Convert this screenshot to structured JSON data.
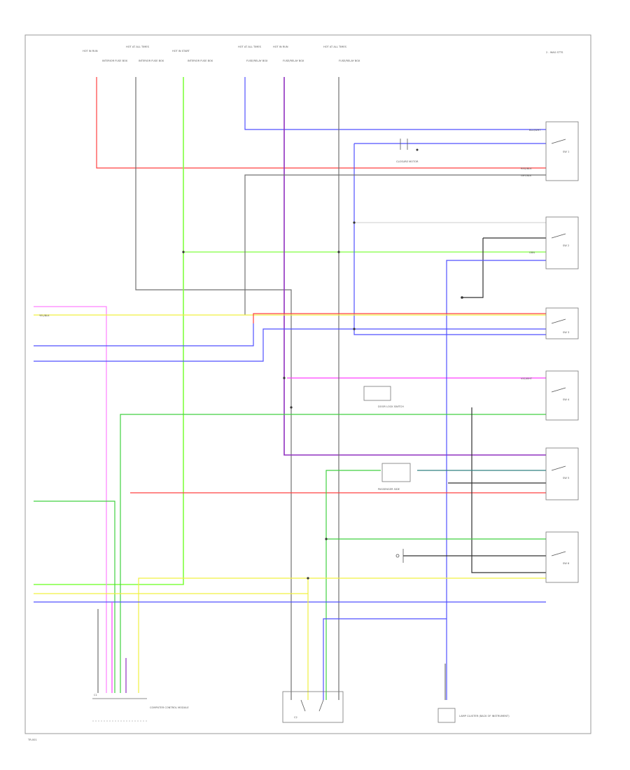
{
  "labels": {
    "top_right": "2 - WAG STTS",
    "footer_code": "TR-001",
    "closure_motor": "CLOSURE MOTOR",
    "door_lock_switch": "DOOR LOCK SWITCH",
    "passenger_switch": "PASSENGER SIDE",
    "comp_unit": "COMPUTER CONTROL MODULE",
    "lamp_cluster": "LAMP CLUSTER (BACK OF INSTRUMENT)",
    "connector_a": "C1",
    "connector_b": "C2",
    "wire_lbl_blu": "BLU/WHT",
    "wire_lbl_grn": "GRN",
    "wire_lbl_red": "RED/BLK",
    "wire_lbl_yel": "YEL/BLK",
    "wire_lbl_vio": "VIO/WHT",
    "wire_lbl_gry": "GRY/BLK",
    "fuse_1": "HOT IN RUN",
    "fuse_2": "HOT AT ALL TIMES",
    "fuse_3": "HOT IN START",
    "fuse_4": "HOT AT ALL TIMES",
    "fuse_5": "HOT IN RUN",
    "fuse_6": "HOT AT ALL TIMES",
    "fuse_sub_1": "INTERIOR FUSE BOX",
    "fuse_sub_2": "INTERIOR FUSE BOX",
    "fuse_sub_3": "INTERIOR FUSE BOX",
    "fuse_sub_4": "FUSE/RELAY BOX",
    "fuse_sub_5": "FUSE/RELAY BOX",
    "fuse_sub_6": "FUSE/RELAY BOX",
    "sw_1": "SW 1",
    "sw_2": "SW 2",
    "sw_3": "SW 3",
    "sw_4": "SW 4",
    "sw_5": "SW 5",
    "sw_6": "SW 6"
  },
  "colors": {
    "red": "#ff4040",
    "pink": "#ff8080",
    "green": "#40d040",
    "lime": "#80ff40",
    "blue": "#5050ff",
    "magenta": "#ff40ff",
    "purple": "#9030c0",
    "yellow": "#f0f040",
    "gray": "#707070",
    "dark": "#303030",
    "teal": "#308080"
  }
}
